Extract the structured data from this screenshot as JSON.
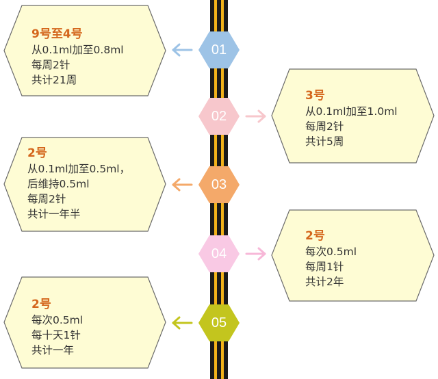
{
  "colors": {
    "card_fill": "#fefcd4",
    "card_stroke": "#6b6b6b",
    "title_color": "#d4661c",
    "road_dark": "#1a1a1a",
    "road_stripe": "#f2b21a"
  },
  "steps": [
    {
      "number": "01",
      "side": "left",
      "color": "#9dc3e6",
      "arrow_color": "#9dc3e6",
      "title": "9号至4号",
      "lines": [
        "从0.1ml加至0.8ml",
        "每周2针",
        "共计21周"
      ]
    },
    {
      "number": "02",
      "side": "right",
      "color": "#f7c7cc",
      "arrow_color": "#f7c7cc",
      "title": "3号",
      "lines": [
        "从0.1ml加至1.0ml",
        "每周2针",
        "共计5周"
      ]
    },
    {
      "number": "03",
      "side": "left",
      "color": "#f4a96a",
      "arrow_color": "#f4a96a",
      "title": "2号",
      "lines": [
        "从0.1ml加至0.5ml，",
        "后维持0.5ml",
        "每周2针",
        "共计一年半"
      ]
    },
    {
      "number": "04",
      "side": "right",
      "color": "#f9c9e4",
      "arrow_color": "#f7b8d8",
      "title": "2号",
      "lines": [
        "每次0.5ml",
        "每周1针",
        "共计2年"
      ]
    },
    {
      "number": "05",
      "side": "left",
      "color": "#c3c51e",
      "arrow_color": "#c3c51e",
      "title": "2号",
      "lines": [
        "每次0.5ml",
        "每十天1针",
        "共计一年"
      ]
    }
  ]
}
